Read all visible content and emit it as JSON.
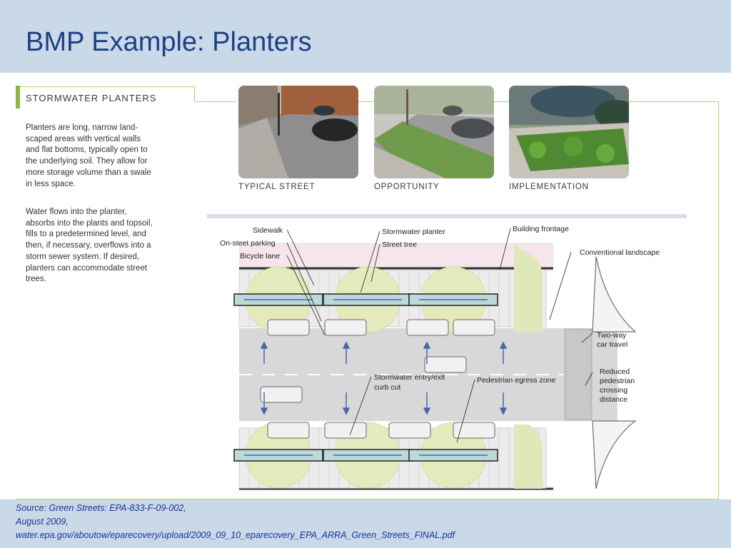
{
  "slide": {
    "title": "BMP Example: Planters"
  },
  "figure": {
    "heading": "STORMWATER PLANTERS",
    "paragraph1": "Planters are long, narrow land-scaped areas with vertical walls and flat bottoms, typically open to the underlying soil. They allow for more storage volume than a swale in less space.",
    "paragraph2": "Water flows into the planter, absorbs into the plants and topsoil, fills to a predetermined level, and then, if necessary, overflows into a storm sewer system. If desired, planters can accommodate street trees.",
    "photos": [
      {
        "caption": "TYPICAL STREET"
      },
      {
        "caption": "OPPORTUNITY"
      },
      {
        "caption": "IMPLEMENTATION"
      }
    ],
    "plan_labels": {
      "sidewalk": "Sidewalk",
      "on_street_parking": "On-steet parking",
      "bicycle_lane": "Bicycle lane",
      "stormwater_planter": "Stormwater planter",
      "street_tree": "Street tree",
      "building_frontage": "Building frontage",
      "conventional_landscape": "Conventional landscape",
      "two_way_1": "Two-way",
      "two_way_2": "car travel",
      "entry_exit_1": "Stormwater entry/exit",
      "entry_exit_2": "curb cut",
      "pedestrian_egress": "Pedestrian egress zone",
      "reduced_1": "Reduced",
      "reduced_2": "pedestrian",
      "reduced_3": "crossing",
      "reduced_4": "distance"
    }
  },
  "source": {
    "line1": "Source: Green Streets: EPA-833-F-09-002,",
    "line2": "August 2009,",
    "line3": "water.epa.gov/aboutow/eparecovery/upload/2009_09_10_eparecovery_EPA_ARRA_Green_Streets_FINAL.pdf"
  },
  "colors": {
    "title": "#1f3f86",
    "background": "#c9d9e8",
    "accent_green": "#b7cf6a",
    "source_text": "#16339a"
  }
}
